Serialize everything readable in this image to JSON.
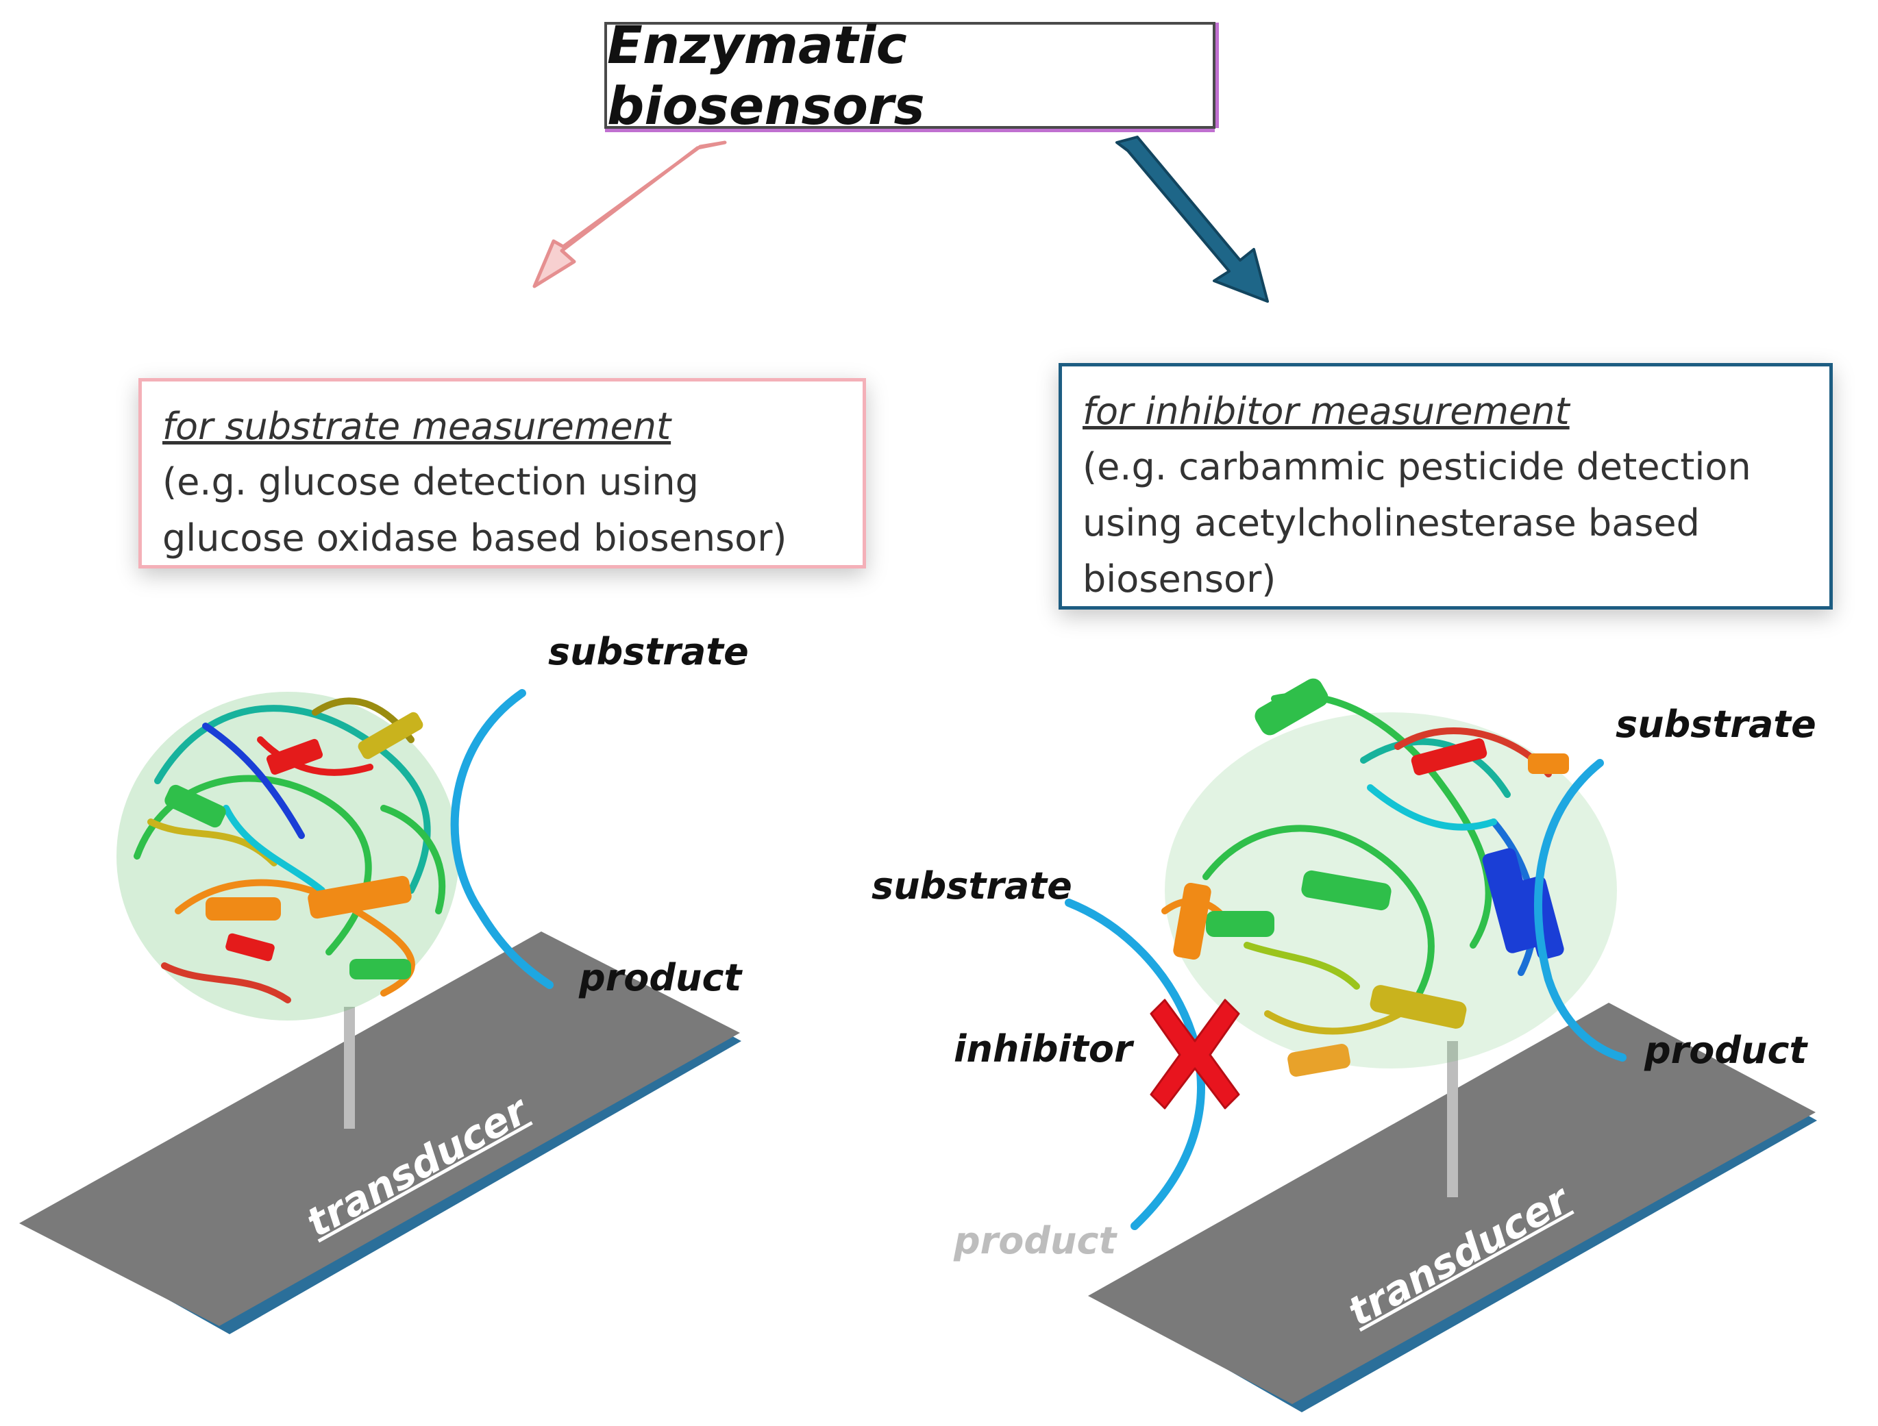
{
  "title": "Enzymatic biosensors",
  "left_panel": {
    "heading": "for substrate measurement",
    "lines": [
      "(e.g. glucose detection using",
      "glucose oxidase based biosensor)"
    ],
    "labels": {
      "substrate": "substrate",
      "product": "product",
      "transducer": "transducer"
    }
  },
  "right_panel": {
    "heading": "for inhibitor measurement",
    "lines": [
      "(e.g. carbammic pesticide detection",
      "using acetylcholinesterase based",
      "biosensor)"
    ],
    "labels": {
      "substrate_top": "substrate",
      "product_right": "product",
      "substrate_left": "substrate",
      "inhibitor": "inhibitor",
      "product_faded": "product",
      "transducer": "transducer"
    }
  },
  "colors": {
    "left_arrow": "#f2a7a8",
    "right_arrow": "#1e6688",
    "substrate_path": "#1ea7e1",
    "transducer_top": "#7a7a7a",
    "transducer_edge": "#2b6f9a",
    "inhibition_mark": "#e8141e"
  }
}
